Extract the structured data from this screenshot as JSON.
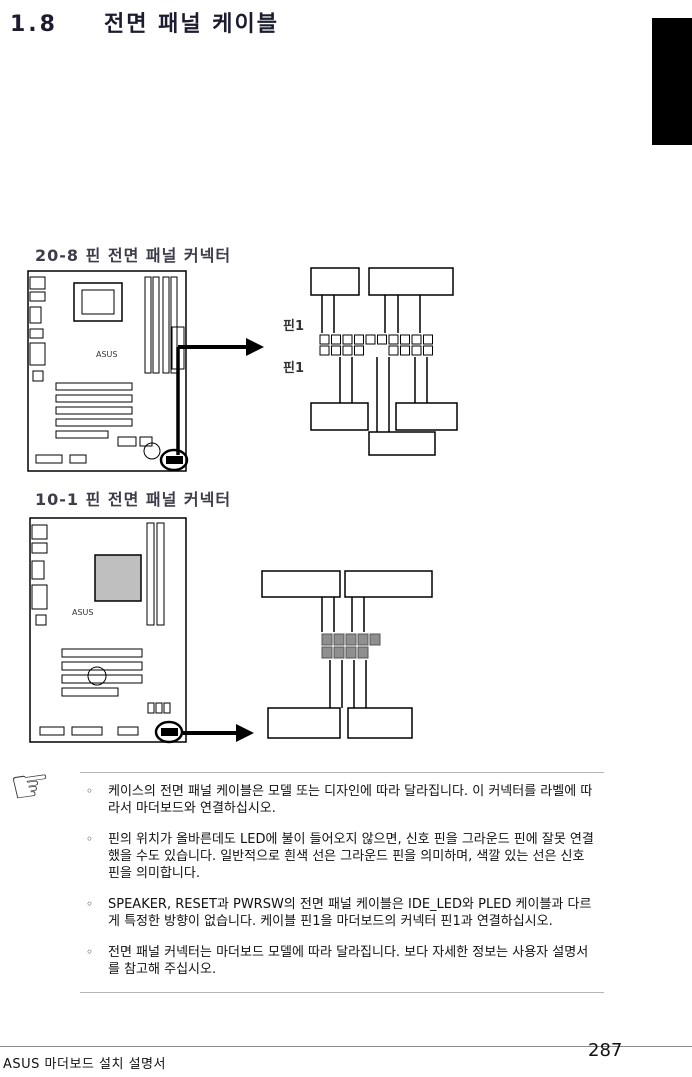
{
  "header": {
    "section_number": "1.8",
    "section_title": "전면 패널 케이블"
  },
  "board": {
    "brand": "ASUS"
  },
  "section1": {
    "heading": "20-8 핀 전면 패널 커넥터",
    "pin1_label_top": "핀1",
    "pin1_label_bottom": "핀1"
  },
  "section2": {
    "heading": "10-1 핀 전면 패널 커넥터"
  },
  "notes": {
    "bullet": "◦",
    "items": [
      "케이스의 전면 패널 케이블은 모델 또는 디자인에 따라 달라집니다. 이 커넥터를 라벨에 따라서 마더보드와 연결하십시오.",
      "핀의 위치가 올바른데도 LED에 불이 들어오지 않으면, 신호 핀을 그라운드 핀에 잘못 연결했을 수도 있습니다. 일반적으로 흰색 선은 그라운드 핀을 의미하며, 색깔 있는 선은 신호 핀을 의미합니다.",
      "SPEAKER, RESET과 PWRSW의 전면 패널 케이블은 IDE_LED와 PLED 케이블과 다르게 특정한 방향이 없습니다. 케이블 핀1을 마더보드의 커넥터 핀1과 연결하십시오.",
      "전면 패널 커넥터는 마더보드 모델에 따라 달라집니다. 보다 자세한 정보는 사용자 설명서를 참고해 주십시오."
    ]
  },
  "footer": {
    "manual_title": "ASUS 마더보드 설치 설명서",
    "page_number": "287"
  },
  "colors": {
    "tab": "#000000",
    "pin_header_gray": "#8f8f8f"
  }
}
